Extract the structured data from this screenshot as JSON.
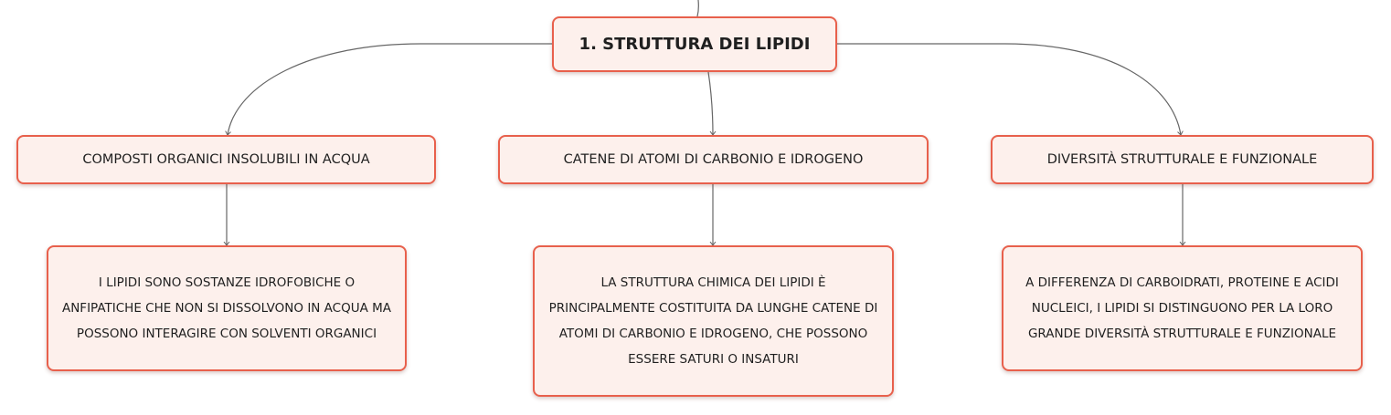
{
  "root": {
    "label": "1. STRUTTURA DEI LIPIDI"
  },
  "branches": [
    {
      "title": "COMPOSTI ORGANICI INSOLUBILI IN ACQUA",
      "description": "I LIPIDI SONO SOSTANZE IDROFOBICHE O ANFIPATICHE CHE NON SI DISSOLVONO IN ACQUA MA POSSONO INTERAGIRE CON SOLVENTI ORGANICI"
    },
    {
      "title": "CATENE DI ATOMI DI CARBONIO E IDROGENO",
      "description": "LA STRUTTURA CHIMICA DEI LIPIDI È PRINCIPALMENTE COSTITUITA DA LUNGHE CATENE DI ATOMI DI CARBONIO E IDROGENO, CHE POSSONO ESSERE SATURI O INSATURI"
    },
    {
      "title": "DIVERSITÀ STRUTTURALE E FUNZIONALE",
      "description": "A DIFFERENZA DI CARBOIDRATI, PROTEINE E ACIDI NUCLEICI, I LIPIDI SI DISTINGUONO PER LA LORO GRANDE DIVERSITÀ STRUTTURALE E FUNZIONALE"
    }
  ],
  "colors": {
    "node_border": "#e8604c",
    "node_fill": "#fdf0ec",
    "connector": "#666666",
    "text": "#1f1f1f"
  }
}
